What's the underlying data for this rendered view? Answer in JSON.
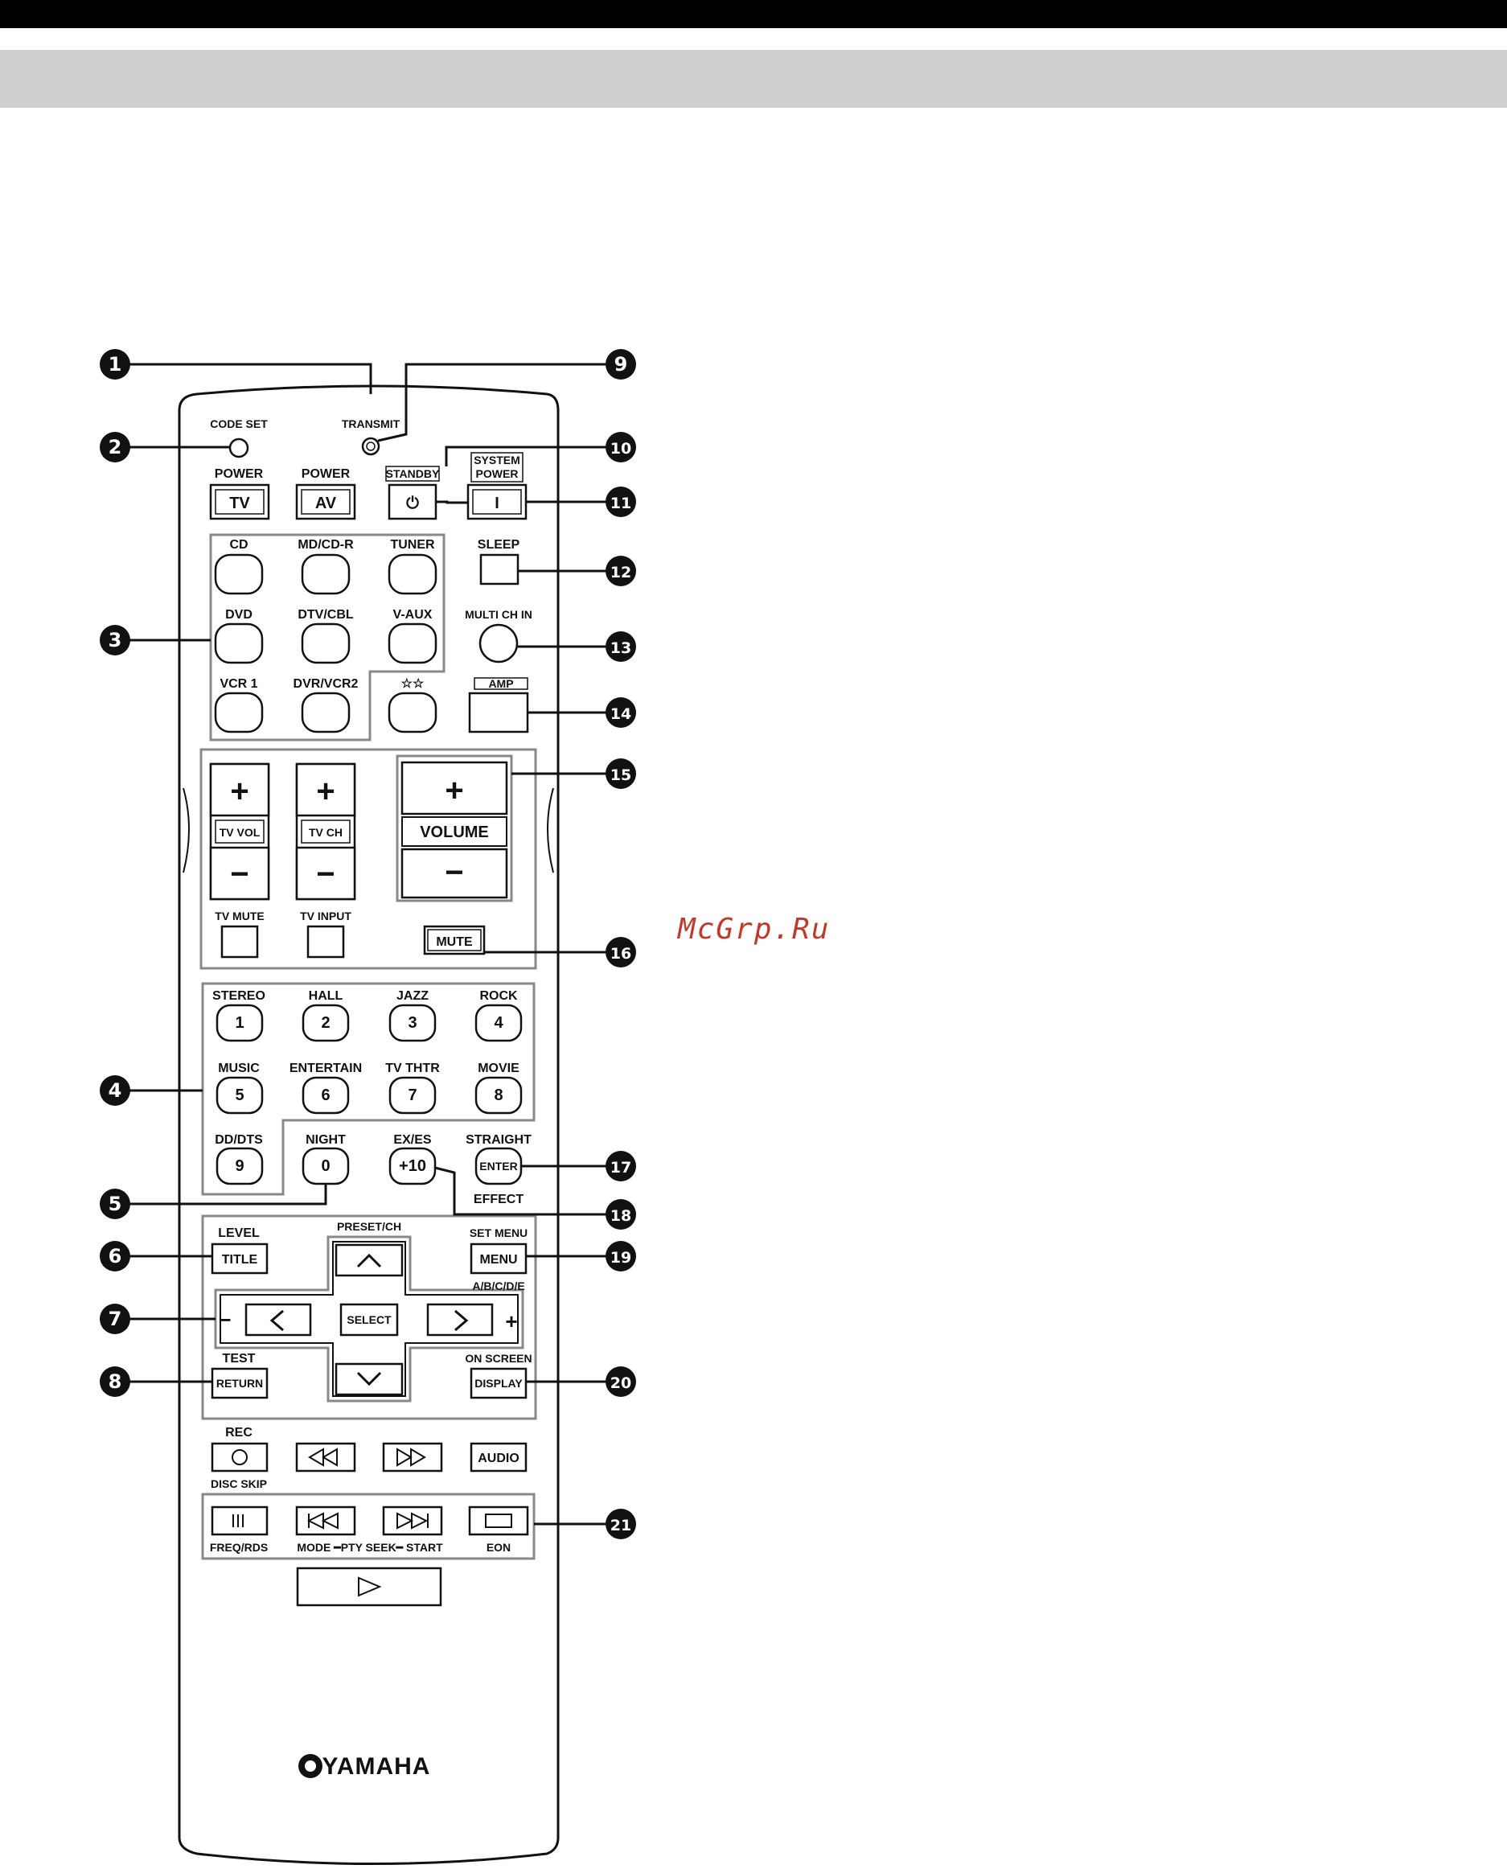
{
  "watermark": "McGrp.Ru",
  "brand": "YAMAHA",
  "labels": {
    "code_set": "CODE SET",
    "transmit": "TRANSMIT",
    "power": "POWER",
    "tv": "TV",
    "av": "AV",
    "standby": "STANDBY",
    "system_power": "SYSTEM",
    "system_power2": "POWER",
    "system_i": "I",
    "standby_symbol": "⏻",
    "cd": "CD",
    "md_cdr": "MD/CD-R",
    "tuner": "TUNER",
    "sleep": "SLEEP",
    "dvd": "DVD",
    "dtv_cbl": "DTV/CBL",
    "v_aux": "V-AUX",
    "multi_ch_in": "MULTI CH IN",
    "vcr1": "VCR 1",
    "dvr_vcr2": "DVR/VCR2",
    "stars": "☆☆",
    "amp": "AMP",
    "plus": "+",
    "minus": "−",
    "tv_vol": "TV VOL",
    "tv_ch": "TV CH",
    "volume": "VOLUME",
    "tv_mute": "TV MUTE",
    "tv_input": "TV INPUT",
    "mute": "MUTE",
    "stereo": "STEREO",
    "hall": "HALL",
    "jazz": "JAZZ",
    "rock": "ROCK",
    "music": "MUSIC",
    "entertain": "ENTERTAIN",
    "tv_thtr": "TV THTR",
    "movie": "MOVIE",
    "dd_dts": "DD/DTS",
    "night": "NIGHT",
    "ex_es": "EX/ES",
    "straight": "STRAIGHT",
    "n1": "1",
    "n2": "2",
    "n3": "3",
    "n4": "4",
    "n5": "5",
    "n6": "6",
    "n7": "7",
    "n8": "8",
    "n9": "9",
    "n0": "0",
    "plus10": "+10",
    "enter": "ENTER",
    "effect": "EFFECT",
    "level": "LEVEL",
    "title": "TITLE",
    "preset_ch": "PRESET/CH",
    "set_menu": "SET MENU",
    "menu": "MENU",
    "abcde": "A/B/C/D/E",
    "select": "SELECT",
    "test": "TEST",
    "return": "RETURN",
    "on_screen": "ON SCREEN",
    "display": "DISPLAY",
    "rec": "REC",
    "audio": "AUDIO",
    "disc_skip": "DISC SKIP",
    "freq_rds": "FREQ/RDS",
    "mode_pty": "MODE ━PTY SEEK━ START",
    "eon": "EON"
  },
  "callouts": [
    "1",
    "2",
    "3",
    "4",
    "5",
    "6",
    "7",
    "8",
    "9",
    "10",
    "11",
    "12",
    "13",
    "14",
    "15",
    "16",
    "17",
    "18",
    "19",
    "20",
    "21"
  ]
}
